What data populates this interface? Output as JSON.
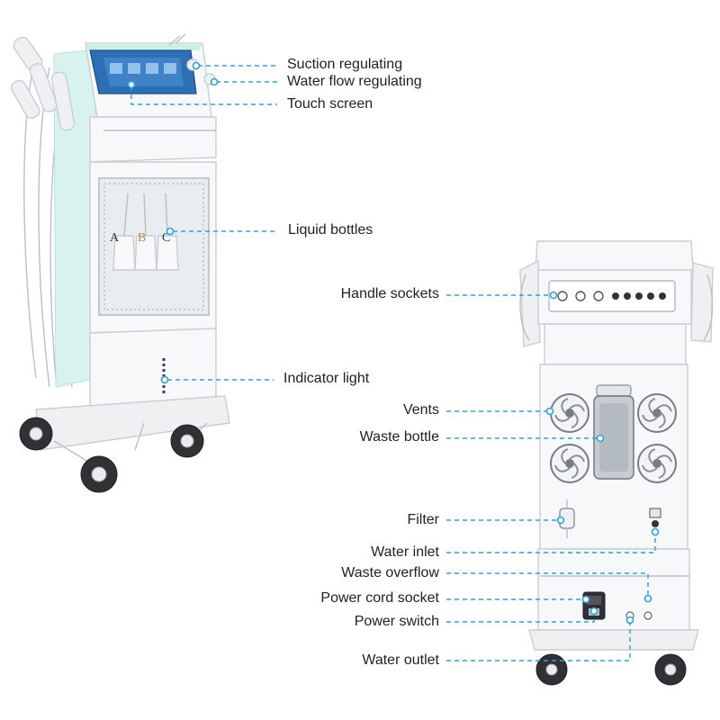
{
  "callouts": {
    "suction_regulating": "Suction regulating",
    "water_flow_regulating": "Water flow regulating",
    "touch_screen": "Touch screen",
    "liquid_bottles": "Liquid bottles",
    "indicator_light": "Indicator light",
    "handle_sockets": "Handle sockets",
    "vents": "Vents",
    "waste_bottle": "Waste bottle",
    "filter": "Filter",
    "water_inlet": "Water inlet",
    "waste_overflow": "Waste overflow",
    "power_cord_socket": "Power cord socket",
    "power_switch": "Power switch",
    "water_outlet": "Water outlet"
  },
  "bottle_letters": [
    "A",
    "B",
    "C"
  ],
  "colors": {
    "leader_line": "#2aa3db",
    "screen": "#2c6fb5",
    "accent_mint": "#bfeee6",
    "wheel": "#2f3134",
    "body": "#f7f8f9"
  }
}
